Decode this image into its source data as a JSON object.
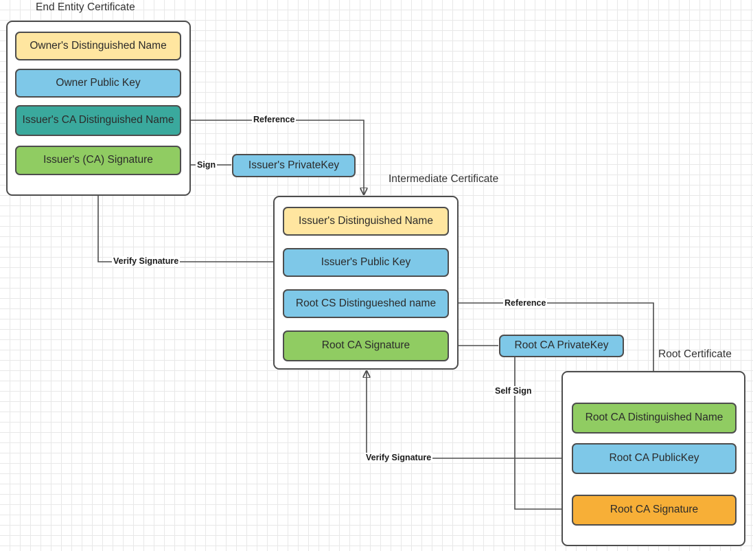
{
  "diagram": {
    "title_end_entity": "End Entity Certificate",
    "title_intermediate": "Intermediate Certificate",
    "title_root": "Root Certificate"
  },
  "colors": {
    "yellow": "#ffe6a0",
    "blue": "#7ec8e8",
    "teal": "#3aa99d",
    "green": "#90cc62",
    "orange": "#f7af37",
    "border": "#4d4d4d",
    "text": "#2b2b2b"
  },
  "end_entity": {
    "label": "End Entity Certificate",
    "fields": [
      {
        "label": "Owner's Distinguished Name",
        "color": "yellow"
      },
      {
        "label": "Owner Public  Key",
        "color": "blue"
      },
      {
        "label": "Issuer's CA Distinguished Name",
        "color": "teal"
      },
      {
        "label": "Issuer's (CA) Signature",
        "color": "green"
      }
    ]
  },
  "intermediate": {
    "label": "Intermediate Certificate",
    "fields": [
      {
        "label": "Issuer's Distinguished Name",
        "color": "yellow"
      },
      {
        "label": "Issuer's Public  Key",
        "color": "blue"
      },
      {
        "label": "Root CS Distingueshed name",
        "color": "blue"
      },
      {
        "label": "Root CA Signature",
        "color": "green"
      }
    ]
  },
  "root": {
    "label": "Root Certificate",
    "fields": [
      {
        "label": "Root CA Distinguished Name",
        "color": "green"
      },
      {
        "label": "Root CA PublicKey",
        "color": "blue"
      },
      {
        "label": "Root CA Signature",
        "color": "orange"
      }
    ]
  },
  "keys": {
    "issuer_private_key": "Issuer's PrivateKey",
    "root_ca_private_key": "Root CA PrivateKey"
  },
  "edge_labels": {
    "reference_top": "Reference",
    "sign": "Sign",
    "verify_signature_top": "Verify Signature",
    "reference_mid": "Reference",
    "self_sign": "Self Sign",
    "verify_signature_bottom": "Verify Signature"
  }
}
